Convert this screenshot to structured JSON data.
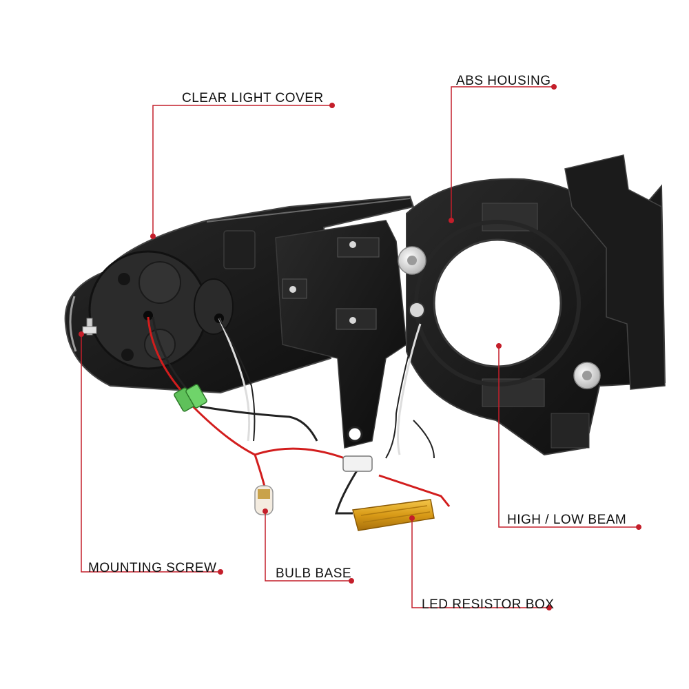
{
  "colors": {
    "leader_line": "#c41e2a",
    "housing": "#1a1a1a",
    "resistor": "#d9a21c",
    "label_text": "#111111"
  },
  "labels": {
    "clear_light_cover": "CLEAR LIGHT COVER",
    "abs_housing": "ABS HOUSING",
    "high_low_beam": "HIGH / LOW BEAM",
    "mounting_screw": "MOUNTING SCREW",
    "bulb_base": "BULB BASE",
    "led_resistor_box": "LED RESISTOR BOX"
  }
}
